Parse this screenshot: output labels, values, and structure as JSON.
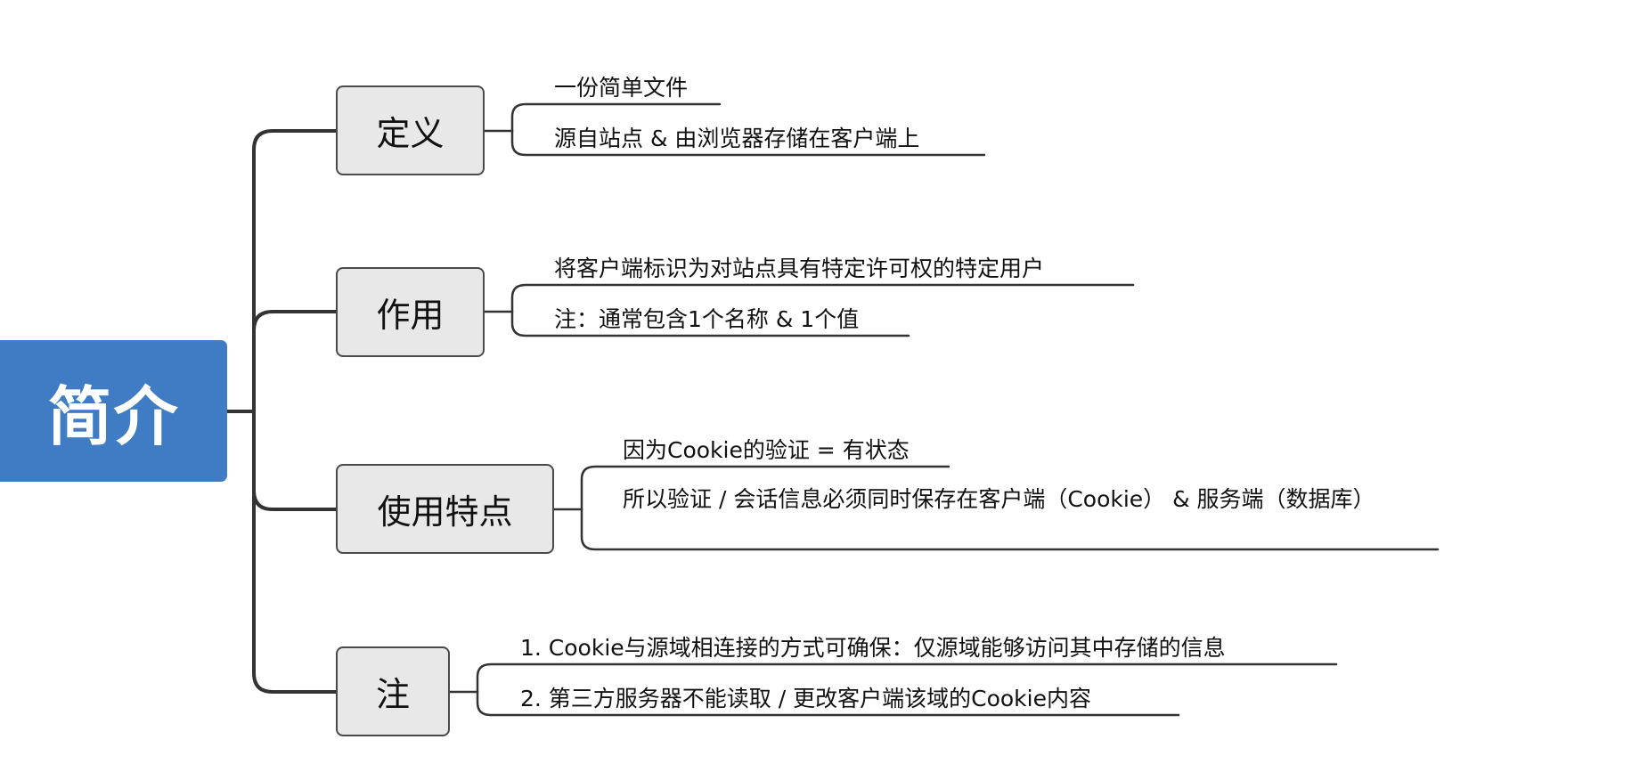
{
  "root": {
    "label": "简介",
    "color": "#3f7cc4"
  },
  "topics": [
    {
      "label": "定义",
      "leaves": [
        "一份简单文件",
        "源自站点 & 由浏览器存储在客户端上"
      ]
    },
    {
      "label": "作用",
      "leaves": [
        "将客户端标识为对站点具有特定许可权的特定用户",
        "注：通常包含1个名称 & 1个值"
      ]
    },
    {
      "label": "使用特点",
      "leaves": [
        "因为Cookie的验证 = 有状态",
        "所以验证 / 会话信息必须同时保存在客户端（Cookie） & 服务端（数据库）"
      ]
    },
    {
      "label": "注",
      "leaves": [
        "1. Cookie与源域相连接的方式可确保：仅源域能够访问其中存储的信息",
        "2. 第三方服务器不能读取 / 更改客户端该域的Cookie内容"
      ]
    }
  ],
  "colors": {
    "connector": "#333333",
    "topic_fill": "#e8e8e8",
    "topic_border": "#4a4a4a"
  }
}
